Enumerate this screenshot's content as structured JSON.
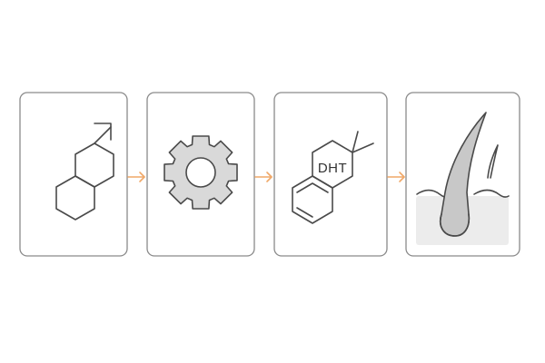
{
  "panels": [
    {
      "id": "testosterone",
      "icon": "male-symbol-steroid-icon"
    },
    {
      "id": "enzyme",
      "icon": "gear-icon"
    },
    {
      "id": "dht",
      "icon": "dht-molecule-icon",
      "label": "DHT"
    },
    {
      "id": "hair-follicle",
      "icon": "hair-follicle-icon"
    }
  ],
  "colors": {
    "frame": "#8a8a8a",
    "line_art": "#4a4a4a",
    "gear_fill": "#d9d9d9",
    "follicle_fill": "#c8c8c8",
    "skin_fill": "#ececec",
    "arrow": "#f0a868"
  }
}
